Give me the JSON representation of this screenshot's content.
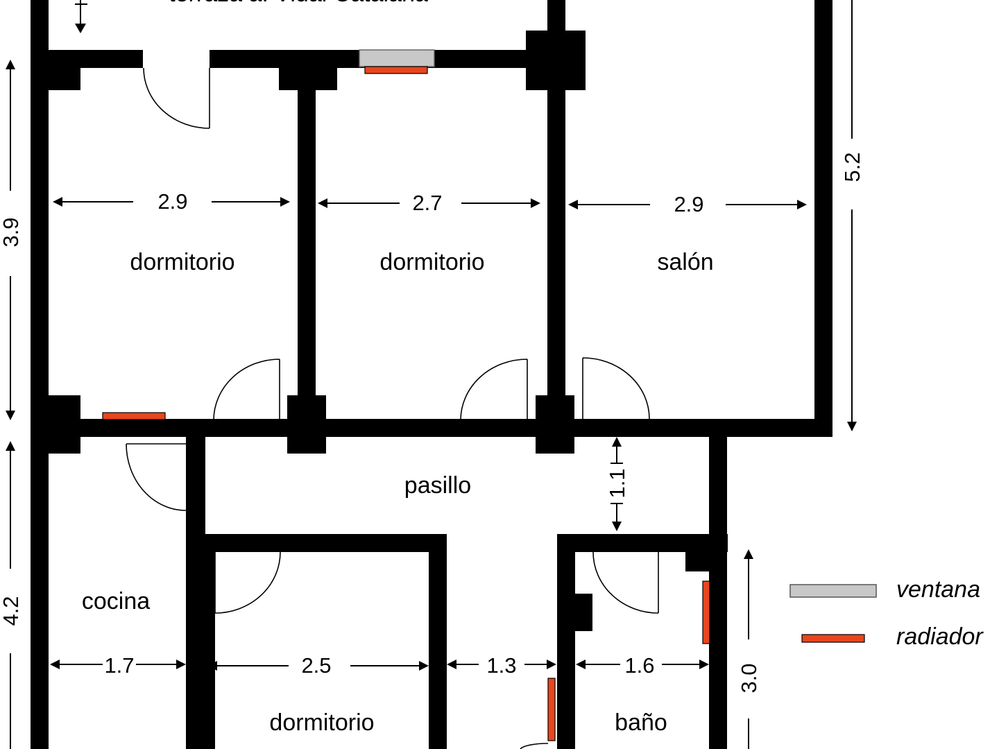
{
  "header": {
    "label": "terraza a. Vidal Catalana"
  },
  "rooms": {
    "dormitorio_1": "dormitorio",
    "dormitorio_2": "dormitorio",
    "salon": "salón",
    "pasillo": "pasillo",
    "cocina": "cocina",
    "dormitorio_3": "dormitorio",
    "bano": "baño"
  },
  "dimensions": {
    "dormitorio_1_width": "2.9",
    "dormitorio_2_width": "2.7",
    "salon_width": "2.9",
    "salon_height": "5.2",
    "left_upper_height": "3.9",
    "left_lower_height": "4.2",
    "pasillo_gap": "1.1",
    "cocina_width": "1.7",
    "dormitorio_3_width": "2.5",
    "corridor_width": "1.3",
    "bano_width": "1.6",
    "bano_height": "3.0"
  },
  "legend": {
    "window": {
      "label": "ventana",
      "color": "#c8c8c8"
    },
    "radiator": {
      "label": "radiador",
      "color": "#e8461e"
    }
  },
  "colors": {
    "wall": "#000000",
    "window": "#c8c8c8",
    "radiator": "#e8461e",
    "background": "#ffffff"
  }
}
